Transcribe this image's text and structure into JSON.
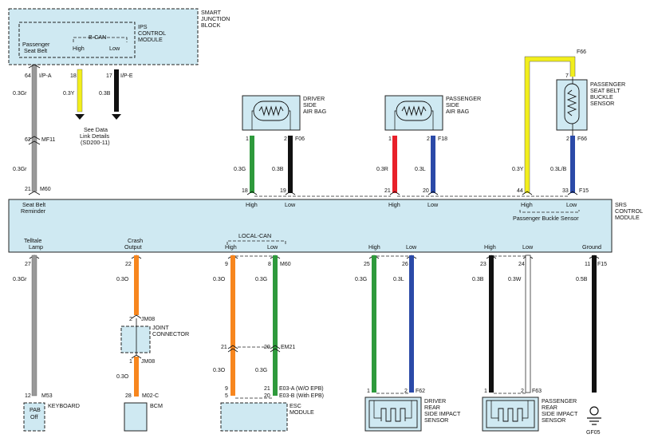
{
  "title_blocks": {
    "smart_junction": [
      "SMART",
      "JUNCTION",
      "BLOCK"
    ],
    "ips_module": [
      "IPS",
      "CONTROL",
      "MODULE"
    ],
    "driver_airbag": [
      "DRIVER",
      "SIDE",
      "AIR BAG"
    ],
    "passenger_airbag": [
      "PASSENGER",
      "SIDE",
      "AIR BAG"
    ],
    "buckle_sensor": [
      "PASSENGER",
      "SEAT BELT",
      "BUCKLE",
      "SENSOR"
    ],
    "srs_module": [
      "SRS",
      "CONTROL",
      "MODULE"
    ],
    "joint_connector": [
      "JOINT",
      "CONNECTOR"
    ],
    "esc_module": [
      "ESC",
      "MODULE"
    ],
    "driver_rear_sensor": [
      "DRIVER",
      "REAR",
      "SIDE IMPACT",
      "SENSOR"
    ],
    "passenger_rear_sensor": [
      "PASSENGER",
      "REAR",
      "SIDE IMPACT",
      "SENSOR"
    ]
  },
  "ips": {
    "passenger_seat_belt": [
      "Passenger",
      "Seat Belt"
    ],
    "bcan": "B-CAN",
    "high": "High",
    "low": "Low"
  },
  "top_pins": {
    "pin64": "64",
    "ipa": "I/P-A",
    "pin18": "18",
    "pin17": "17",
    "ipe": "I/P-E",
    "w_03gr_a": "0.3Gr",
    "w_03y": "0.3Y",
    "w_03b": "0.3B",
    "see_data": [
      "See Data",
      "Link Details",
      "(SD200-11)"
    ],
    "pin62": "62",
    "mf11": "MF11",
    "w_03gr_b": "0.3Gr",
    "pin21": "21",
    "m60": "M60"
  },
  "airbag_pins": {
    "d1": "1",
    "d2": "2",
    "f06": "F06",
    "d_03g": "0.3G",
    "d_03b": "0.3B",
    "p1": "1",
    "p2": "2",
    "f18": "F18",
    "p_03r": "0.3R",
    "p_03l": "0.3L",
    "b7": "7",
    "f66a": "F66",
    "b2": "2",
    "f66b": "F66",
    "b_03y": "0.3Y",
    "b_03lb": "0.3L/B"
  },
  "srs_top": {
    "p18": "18",
    "p19": "19",
    "p21": "21",
    "p20": "20",
    "p44": "44",
    "p33": "33",
    "f15": "F15",
    "seat_belt_reminder": [
      "Seat Belt",
      "Reminder"
    ],
    "high1": "High",
    "low1": "Low",
    "high2": "High",
    "low2": "Low",
    "high3": "High",
    "low3": "Low",
    "buckle_label": "Passenger Buckle Sensor"
  },
  "srs_bottom": {
    "telltale": [
      "Telltale",
      "Lamp"
    ],
    "crash": [
      "Crash",
      "Output"
    ],
    "local_can": "LOCAL-CAN",
    "high_a": "High",
    "low_a": "Low",
    "high_b": "High",
    "low_b": "Low",
    "high_c": "High",
    "low_c": "Low",
    "ground": "Ground",
    "p27": "27",
    "p22": "22",
    "p9": "9",
    "p8": "8",
    "m60": "M60",
    "p25": "25",
    "p26": "26",
    "p23": "23",
    "p24": "24",
    "p11": "11",
    "f15": "F15"
  },
  "lower": {
    "w_03gr": "0.3Gr",
    "w_03o_a": "0.3O",
    "w_03o_b": "0.3O",
    "w_03g_a": "0.3G",
    "w_03g_b": "0.3G",
    "w_03l": "0.3L",
    "w_03b": "0.3B",
    "w_03w": "0.3W",
    "w_05b": "0.5B",
    "jm08_2": "2",
    "jm08_a": "JM08",
    "jm08_1": "1",
    "jm08_b": "JM08",
    "w_03o_c": "0.3O",
    "w_03o_d": "0.3O",
    "w_03g_c": "0.3G",
    "em21_21": "21",
    "em21_20": "20",
    "em21": "EM21",
    "p12": "12",
    "m53": "M53",
    "keyboard": "KEYBOARD",
    "pab": [
      "PAB",
      "Off"
    ],
    "p28": "28",
    "m02c": "M02-C",
    "bcm": "BCM",
    "e9": "9",
    "e5": "5",
    "e21": "21",
    "e20": "20",
    "e03a": "E03-A  (W/O EPB)",
    "e03b": "E03-B  (With EPB)",
    "dr1": "1",
    "dr2": "2",
    "f62": "F62",
    "pr1": "1",
    "pr2": "2",
    "f63": "F63",
    "gf05": "GF05"
  },
  "colors": {
    "gray": "#999999",
    "yellow": "#f2ee1c",
    "black": "#111111",
    "green": "#2e9a3c",
    "red": "#e8202a",
    "blue": "#2b4aa8",
    "orange": "#f7861e",
    "white": "#ffffff",
    "module_fill": "#cfe9f2"
  }
}
